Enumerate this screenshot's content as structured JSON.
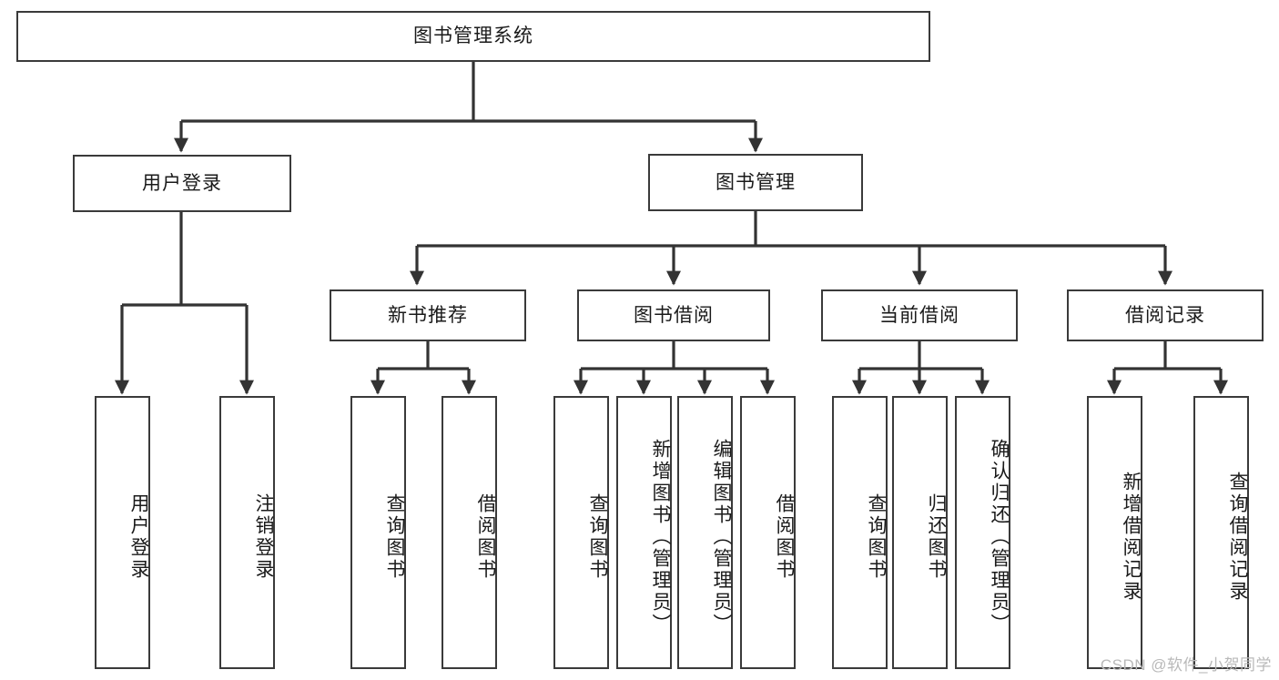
{
  "diagram": {
    "type": "tree-hierarchy",
    "title": "图书管理系统",
    "colors": {
      "box_border": "#3a3a3a",
      "box_fill": "#ffffff",
      "edge": "#333333",
      "text": "#1a1a1a",
      "watermark": "#b9b9b9",
      "background": "#ffffff"
    },
    "root": {
      "label": "图书管理系统",
      "orientation": "horizontal"
    },
    "level2": [
      {
        "label": "用户登录",
        "orientation": "horizontal"
      },
      {
        "label": "图书管理",
        "orientation": "horizontal"
      }
    ],
    "level3": [
      {
        "label": "新书推荐",
        "orientation": "horizontal"
      },
      {
        "label": "图书借阅",
        "orientation": "horizontal"
      },
      {
        "label": "当前借阅",
        "orientation": "horizontal"
      },
      {
        "label": "借阅记录",
        "orientation": "horizontal"
      }
    ],
    "leaves_user_login": [
      {
        "label": "用户登录",
        "orientation": "vertical"
      },
      {
        "label": "注销登录",
        "orientation": "vertical"
      }
    ],
    "leaves_new_book": [
      {
        "label": "查询图书",
        "orientation": "vertical"
      },
      {
        "label": "借阅图书",
        "orientation": "vertical"
      }
    ],
    "leaves_borrow": [
      {
        "label": "查询图书",
        "orientation": "vertical"
      },
      {
        "label": "新增图书（管理员）",
        "orientation": "vertical"
      },
      {
        "label": "编辑图书（管理员）",
        "orientation": "vertical"
      },
      {
        "label": "借阅图书",
        "orientation": "vertical"
      }
    ],
    "leaves_current": [
      {
        "label": "查询图书",
        "orientation": "vertical"
      },
      {
        "label": "归还图书",
        "orientation": "vertical"
      },
      {
        "label": "确认归还（管理员）",
        "orientation": "vertical"
      }
    ],
    "leaves_records": [
      {
        "label": "新增借阅记录",
        "orientation": "vertical"
      },
      {
        "label": "查询借阅记录",
        "orientation": "vertical"
      }
    ]
  },
  "watermark": {
    "text": "CSDN @软件_小贺同学"
  }
}
